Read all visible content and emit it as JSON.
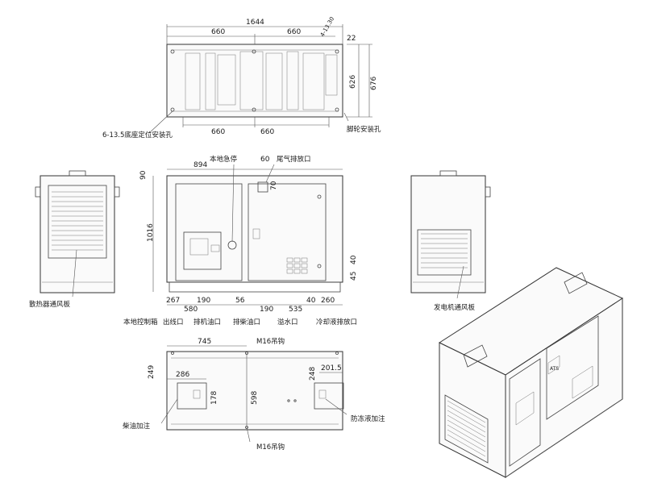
{
  "top_view": {
    "overall_length": "1644",
    "left_half_top": "660",
    "right_half_top": "660",
    "left_half_bottom": "660",
    "right_half_bottom": "660",
    "offset_22": "22",
    "inner_height": "626",
    "outer_height": "676",
    "hole_spec": "4-13.30",
    "mount_holes_label": "6-13.5底座定位安装孔",
    "caster_holes_label": "脚轮安装孔"
  },
  "front_view": {
    "height": "1016",
    "top_offset": "90",
    "width_894": "894",
    "dim_60": "60",
    "dim_70": "70",
    "dim_45": "45",
    "dim_40_right": "40",
    "dim_267": "267",
    "dim_580": "580",
    "dim_190_left": "190",
    "dim_56": "56",
    "dim_190_mid": "190",
    "dim_535": "535",
    "dim_40": "40",
    "dim_260": "260",
    "estop_label": "本地急停",
    "exhaust_label": "尾气排放口",
    "control_box_label": "本地控制箱",
    "cable_outlet_label": "出线口",
    "oil_drain_label": "排机油口",
    "diesel_drain_label": "排柴油口",
    "overflow_label": "溢水口",
    "coolant_drain_label": "冷却液排放口"
  },
  "side_views": {
    "radiator_vent_label": "散热器通风板",
    "generator_vent_label": "发电机通风板"
  },
  "bottom_view": {
    "dim_745": "745",
    "dim_249": "249",
    "dim_286": "286",
    "dim_178": "178",
    "dim_598": "598",
    "dim_248": "248",
    "dim_2015": "201.5",
    "hook_top_label": "M16吊钩",
    "hook_bottom_label": "M16吊钩",
    "diesel_fill_label": "柴油加注",
    "antifreeze_fill_label": "防冻液加注"
  },
  "iso_view": {
    "panel_text": "ATS"
  }
}
